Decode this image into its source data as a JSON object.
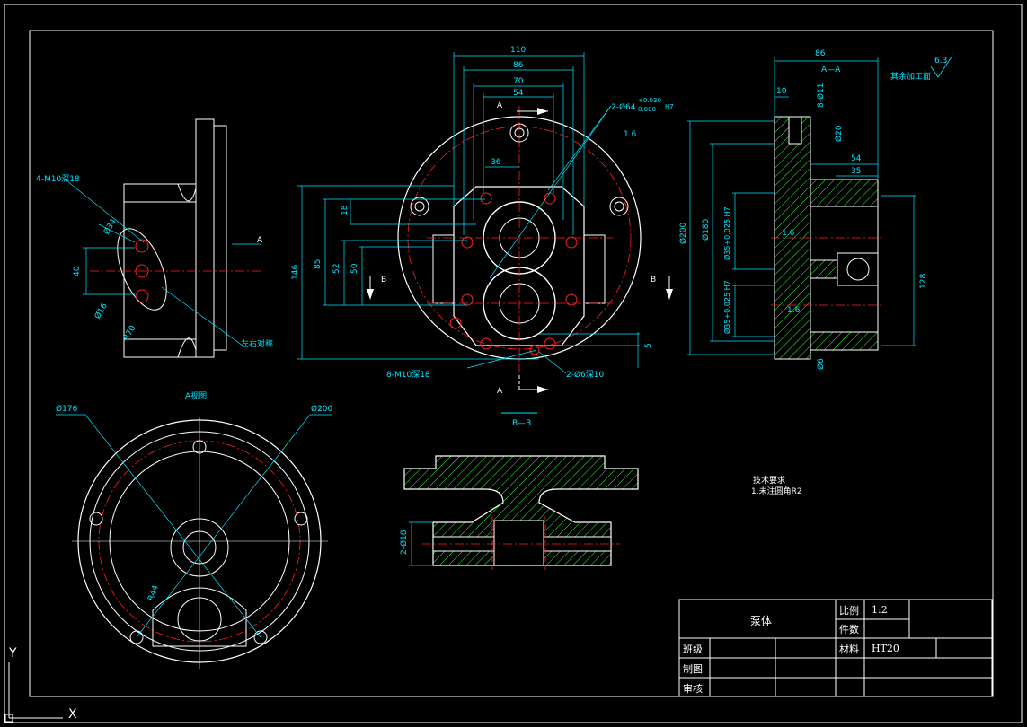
{
  "colors": {
    "background": "#000000",
    "outline": "#ffffff",
    "dimension": "#00e5ff",
    "centerline": "#ff2020",
    "hatch": "#33ff33"
  },
  "labels": {
    "view_a": "A视图",
    "section_aa": "A—A",
    "section_bb": "B—B",
    "mark_a": "A",
    "mark_b": "B",
    "roughness_rest": "其余加工面",
    "roughness_val": "6.3",
    "roughness_16": "1.6",
    "tech_title": "技术要求",
    "tech_line1": "1.未注圆角R2",
    "left_note": "左右对称"
  },
  "dims": {
    "d110": "110",
    "d86": "86",
    "d70": "70",
    "d54": "54",
    "d36": "36",
    "d18": "18",
    "d146": "146",
    "d85": "85",
    "d52": "52",
    "d50": "50",
    "d5": "5",
    "d40": "40",
    "m10_4": "4-M10深18",
    "m10_8": "8-M10深18",
    "phi64": "2-Ø64",
    "phi64_tol_up": "+0.030",
    "phi64_tol_lo": "0.000",
    "phi64_fit": "H7",
    "phi6": "2-Ø6深10",
    "phi176": "Ø176",
    "phi200": "Ø200",
    "phi18": "2-Ø18",
    "phi34": "Ø34",
    "phi16": "Ø16",
    "r70": "R70",
    "r44": "R44",
    "aa_86": "86",
    "aa_10": "10",
    "aa_54": "54",
    "aa_35": "35",
    "aa_128": "128",
    "aa_phi200": "Ø200",
    "aa_phi180": "Ø180",
    "aa_phi35a": "Ø35+0.025 H7",
    "aa_phi35b": "Ø35+0.025 H7",
    "aa_phi11": "8-Ø11",
    "aa_phi20": "Ø20",
    "aa_phi6": "Ø6"
  },
  "title_block": {
    "part_name": "泵体",
    "scale_label": "比例",
    "scale_value": "1:2",
    "qty_label": "件数",
    "material_label": "材料",
    "material_value": "HT20",
    "class_label": "班级",
    "drawn_label": "制图",
    "checked_label": "审核"
  },
  "ucs": {
    "x": "X",
    "y": "Y"
  }
}
